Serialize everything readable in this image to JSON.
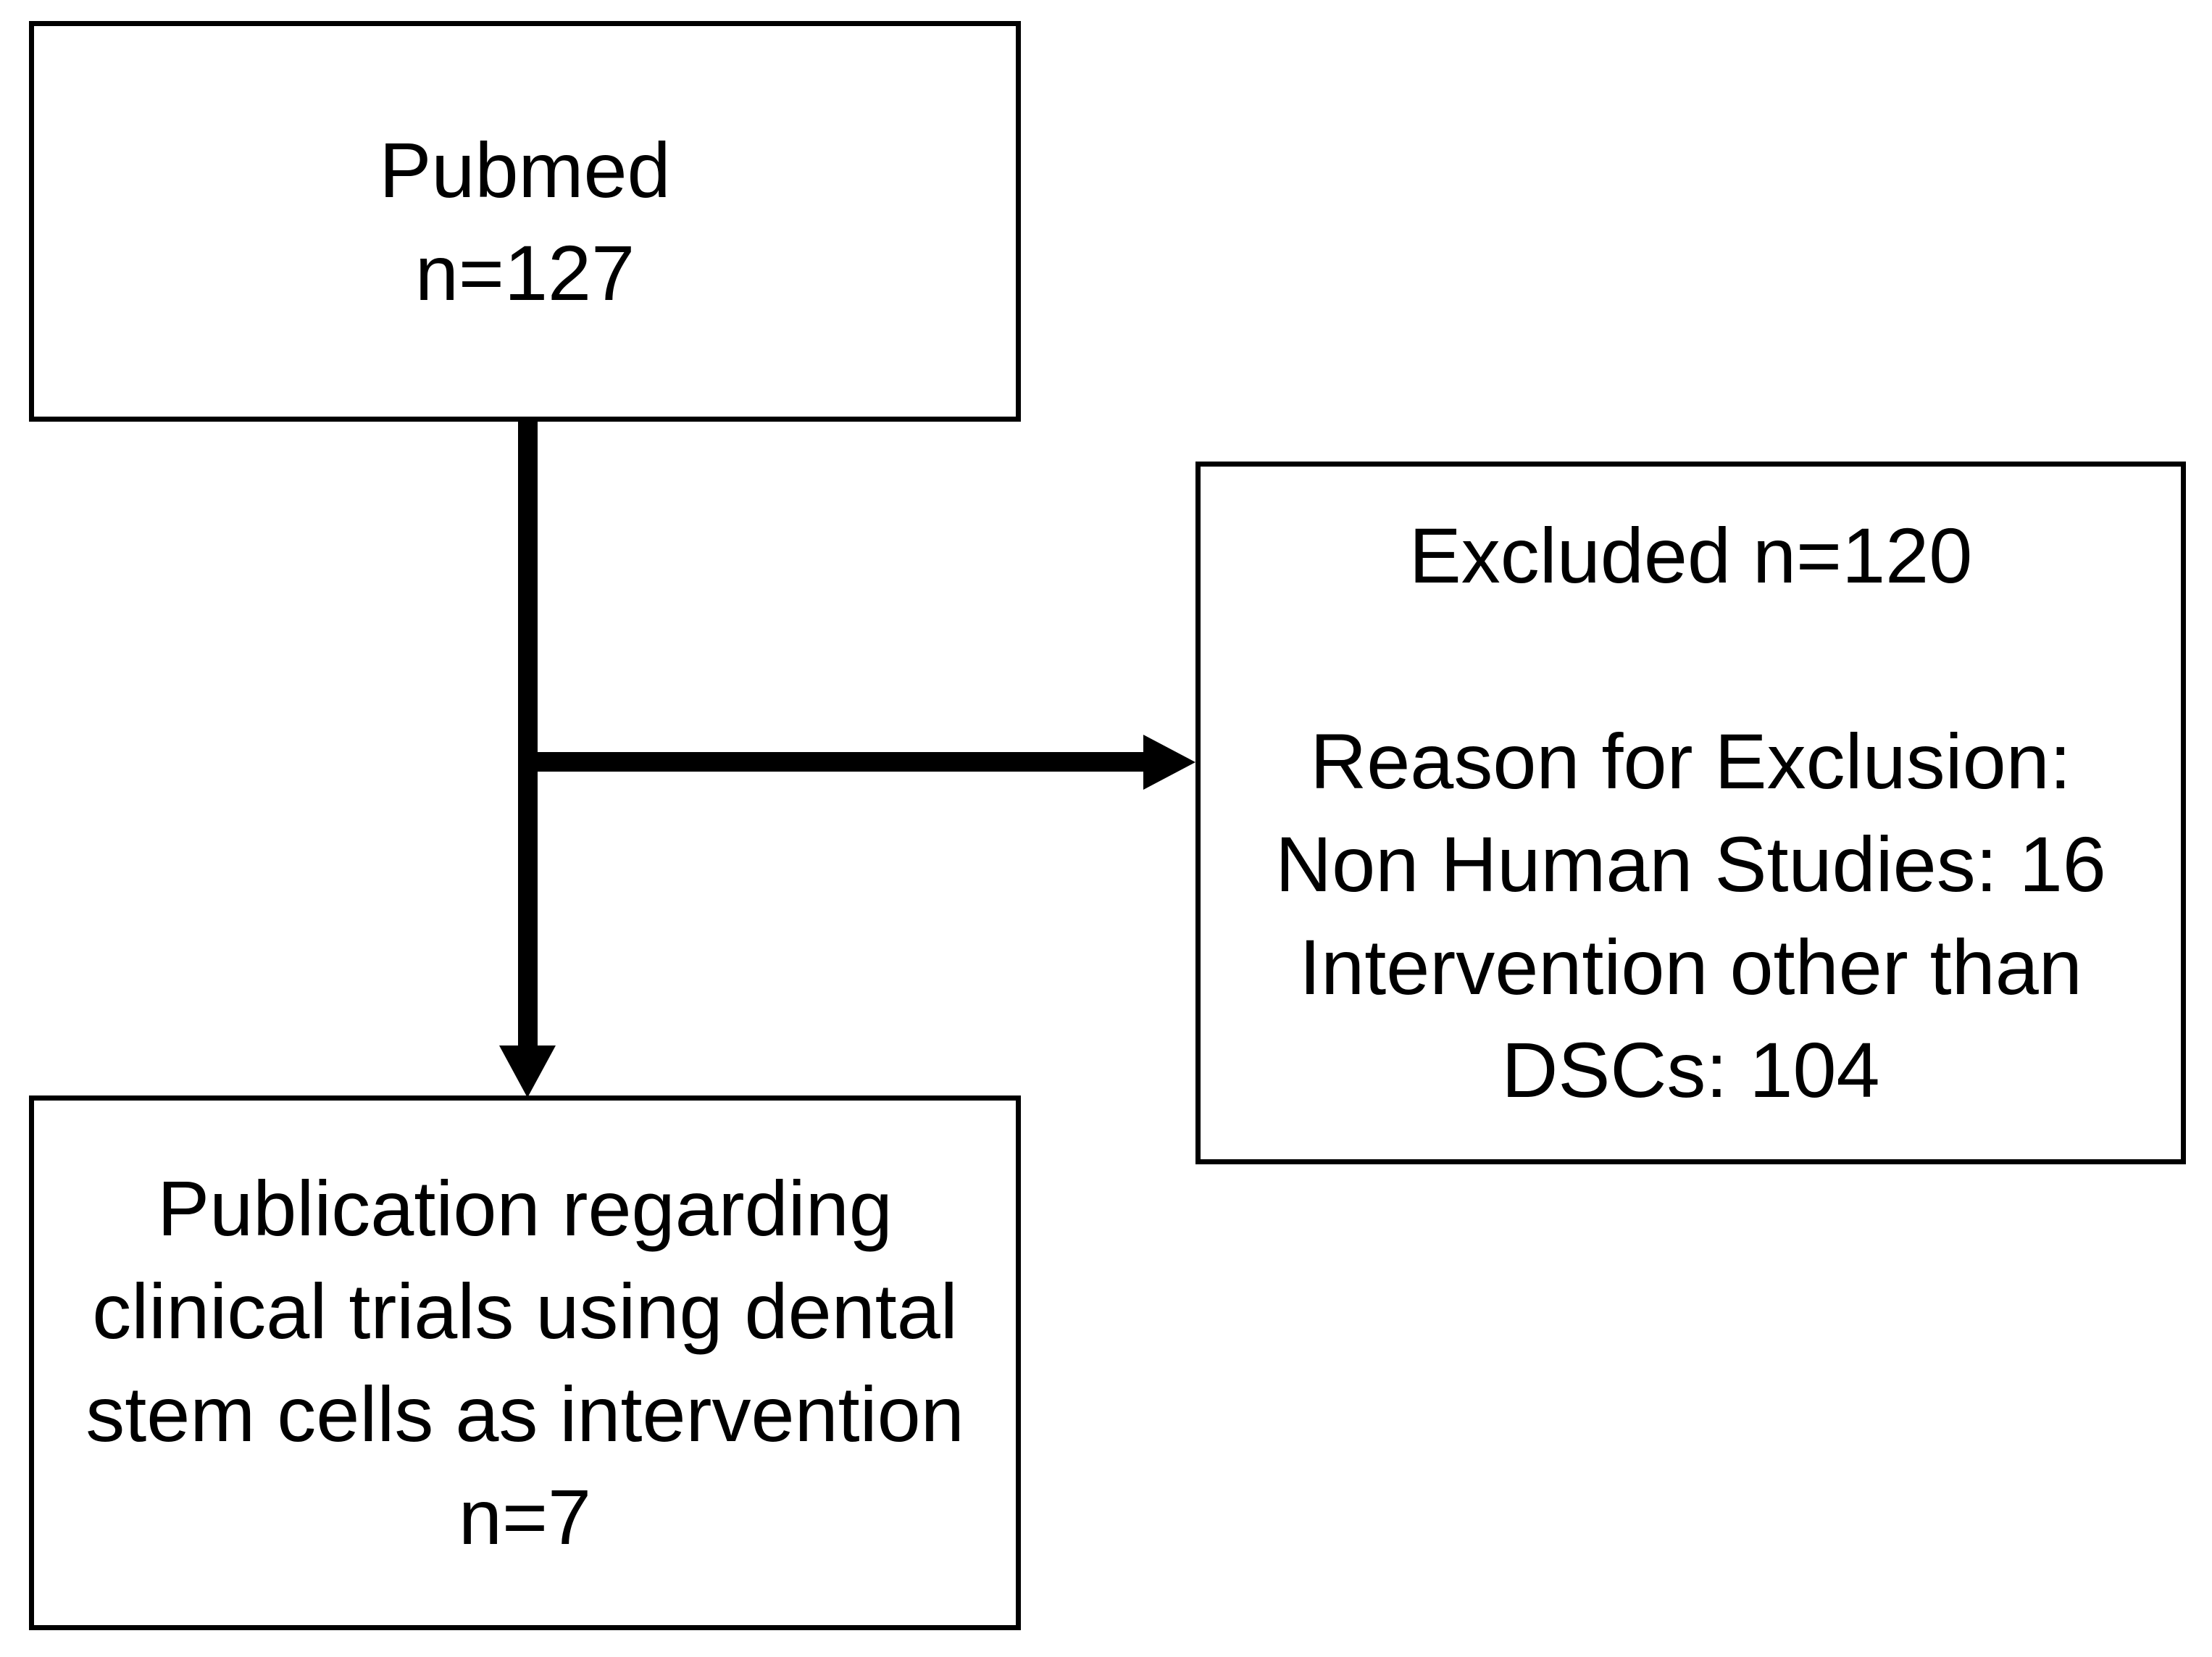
{
  "figure": {
    "type": "study-selection-flow-diagram",
    "colors": {
      "background": "#ffffff",
      "box_fill": "#ffffff",
      "box_border": "#000000",
      "arrow": "#000000",
      "text": "#000000"
    }
  },
  "boxes": {
    "pubmed": {
      "lines": [
        "Pubmed",
        "n=127"
      ]
    },
    "excluded": {
      "title": "Excluded n=120",
      "reasons_header": "Reason for Exclusion:",
      "reasons": [
        "Non Human Studies: 16",
        "Intervention other than",
        "DSCs: 104"
      ]
    },
    "publication": {
      "lines": [
        "Publication regarding",
        "clinical trials using dental",
        "stem cells as intervention",
        "n=7"
      ]
    }
  },
  "arrows": {
    "down": "pubmed-to-publication",
    "right": "pubmed-to-excluded"
  }
}
